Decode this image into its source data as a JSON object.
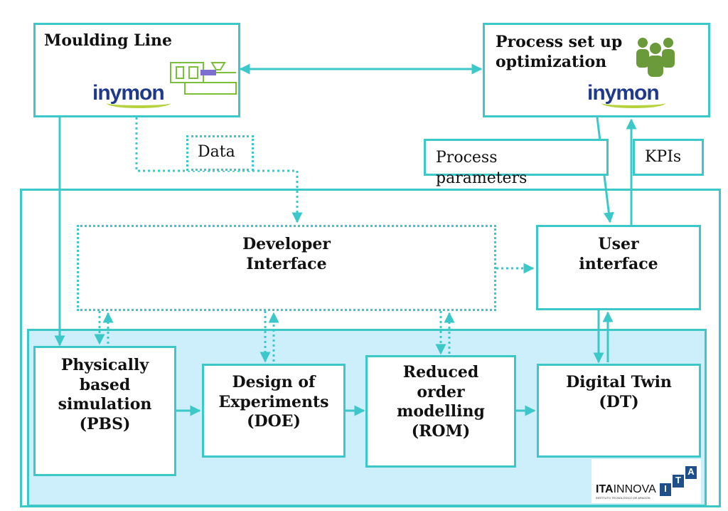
{
  "colors": {
    "stroke": "#3cc8c8",
    "inner_fill": "#cdeefb",
    "logo_blue": "#1f3a8a",
    "logo_green": "#b6d23c",
    "people_green": "#6a9a3a"
  },
  "moulding_line": {
    "title": "Moulding Line",
    "logo": "inymon",
    "icon": "injection-machine-icon"
  },
  "process_opt": {
    "title_line1": "Process set up",
    "title_line2": "optimization",
    "logo": "inymon",
    "icon": "people-group-icon"
  },
  "data_label": "Data",
  "process_params": {
    "line1": "Process",
    "line2": "parameters"
  },
  "kpis_label": "KPIs",
  "developer_interface": {
    "line1": "Developer",
    "line2": "Interface"
  },
  "user_interface": {
    "line1": "User",
    "line2": "interface"
  },
  "pbs": {
    "line1": "Physically",
    "line2": "based",
    "line3": "simulation",
    "line4": "(PBS)"
  },
  "doe": {
    "line1": "Design of",
    "line2": "Experiments",
    "line3": "(DOE)"
  },
  "rom": {
    "line1": "Reduced",
    "line2": "order",
    "line3": "modelling",
    "line4": "(ROM)"
  },
  "dt": {
    "line1": "Digital Twin",
    "line2": "(DT)"
  },
  "ita_logo": {
    "text_bold": "ITA",
    "text_light": "INNOVA",
    "subtext": "INSTITUTO TECNOLÓGICO DE ARAGÓN",
    "letters": [
      "I",
      "T",
      "A"
    ]
  }
}
